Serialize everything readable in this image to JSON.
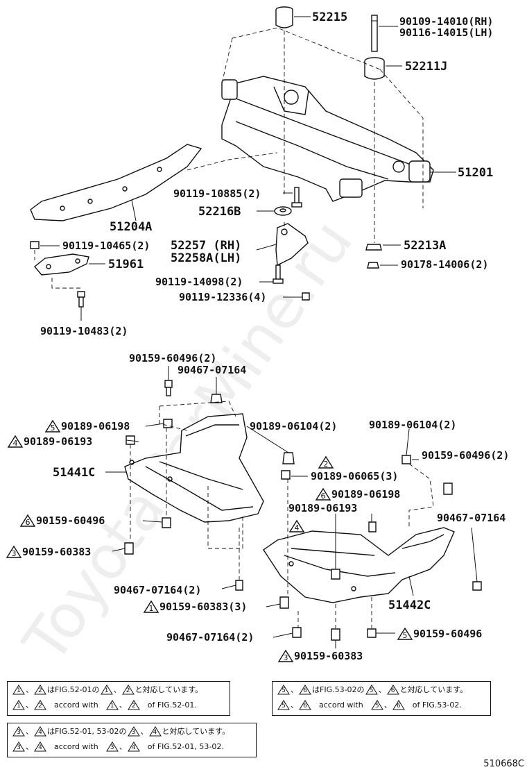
{
  "watermark": "ToyotaCarMine.ru",
  "figure_code": "510668C",
  "labels": {
    "p52215": "52215",
    "p90109": "90109-14010(RH)",
    "p90116": "90116-14015(LH)",
    "p52211J": "52211J",
    "p51201": "51201",
    "p51204A": "51204A",
    "p90119_10885": "90119-10885(2)",
    "p52216B": "52216B",
    "p52213A": "52213A",
    "p90119_10465": "90119-10465(2)",
    "p52257": "52257 (RH)",
    "p52258A": "52258A(LH)",
    "p90178": "90178-14006(2)",
    "p51961": "51961",
    "p90119_14098": "90119-14098(2)",
    "p90119_12336": "90119-12336(4)",
    "p90119_10483": "90119-10483(2)",
    "p90159_60496_2a": "90159-60496(2)",
    "p90467_07164_a": "90467-07164",
    "p90189_06198_a": "90189-06198",
    "p90189_06104_a": "90189-06104(2)",
    "p90189_06104_b": "90189-06104(2)",
    "p90189_06193_a": "90189-06193",
    "p90159_60496_2b": "90159-60496(2)",
    "p51441C": "51441C",
    "p90189_06065": "90189-06065(3)",
    "p90189_06198_b": "90189-06198",
    "p90189_06193_b": "90189-06193",
    "p90159_60496_a": "90159-60496",
    "p90467_07164_b": "90467-07164",
    "p90159_60383_a": "90159-60383",
    "p90467_07164_2a": "90467-07164(2)",
    "p90159_60383_3": "90159-60383(3)",
    "p51442C": "51442C",
    "p90467_07164_2b": "90467-07164(2)",
    "p90159_60496_b": "90159-60496",
    "p90159_60383_b": "90159-60383"
  },
  "markers": {
    "m1": "1",
    "m2": "2",
    "m3": "3",
    "m4": "4",
    "m5": "5",
    "m6": "6"
  },
  "notes": {
    "note1": {
      "jp_is": "は",
      "jp_ref": "FIG.52-01の",
      "jp_tail": "と対応しています。",
      "en_mid": "accord with",
      "en_tail": "of FIG.52-01."
    },
    "note2": {
      "jp_is": "は",
      "jp_ref": "FIG.53-02の",
      "jp_tail": "と対応しています。",
      "en_mid": "accord with",
      "en_tail": "of FIG.53-02."
    },
    "note3": {
      "jp_is": "は",
      "jp_ref": "FIG.52-01, 53-02の",
      "jp_tail": "と対応しています。",
      "en_mid": "accord with",
      "en_tail": "of FIG.52-01, 53-02."
    },
    "sep": "、"
  }
}
